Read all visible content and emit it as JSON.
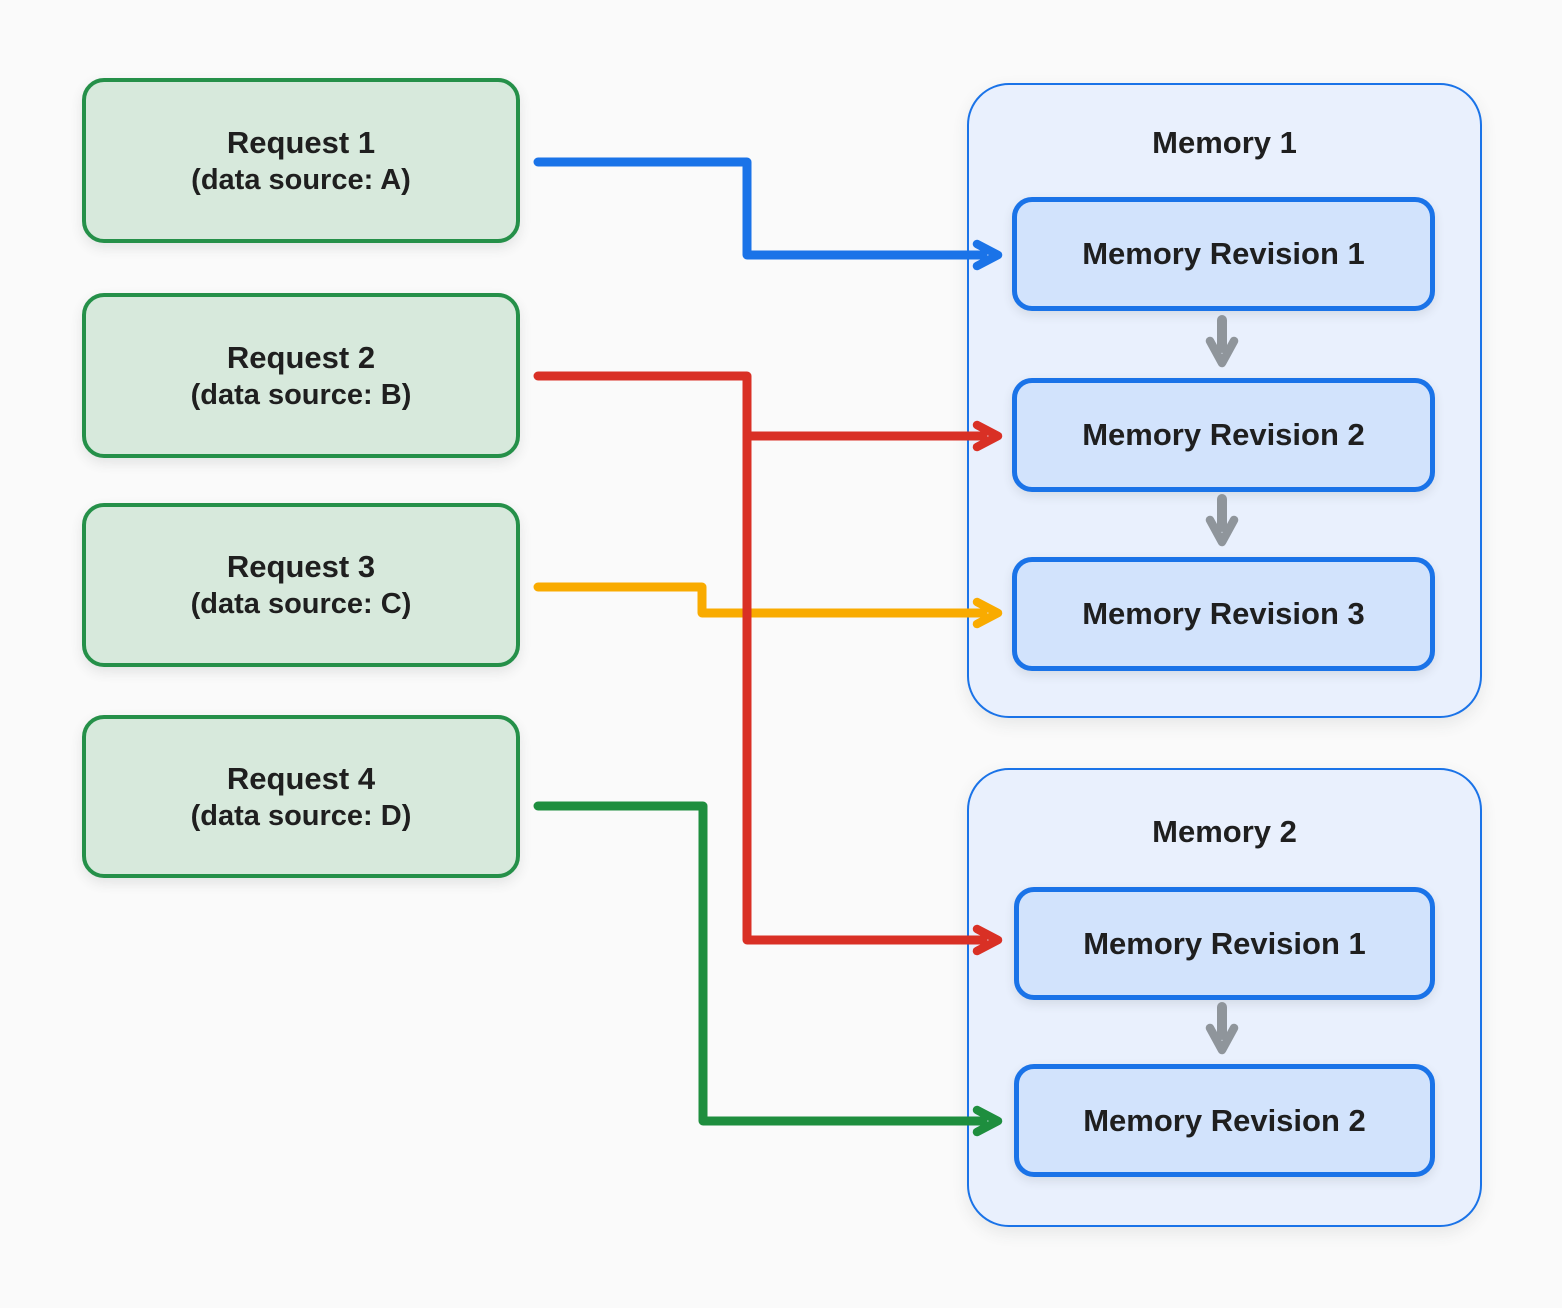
{
  "diagram": {
    "requests": [
      {
        "title": "Request 1",
        "subtitle": "(data source: A)"
      },
      {
        "title": "Request 2",
        "subtitle": "(data source: B)"
      },
      {
        "title": "Request 3",
        "subtitle": "(data source: C)"
      },
      {
        "title": "Request 4",
        "subtitle": "(data source: D)"
      }
    ],
    "memories": [
      {
        "title": "Memory 1",
        "revisions": [
          {
            "label": "Memory Revision 1"
          },
          {
            "label": "Memory Revision 2"
          },
          {
            "label": "Memory Revision 3"
          }
        ]
      },
      {
        "title": "Memory 2",
        "revisions": [
          {
            "label": "Memory Revision 1"
          },
          {
            "label": "Memory Revision 2"
          }
        ]
      }
    ],
    "connections": [
      {
        "from": "Request 1",
        "to": "Memory 1 / Memory Revision 1",
        "color": "blue"
      },
      {
        "from": "Request 2",
        "to": "Memory 1 / Memory Revision 2",
        "color": "red"
      },
      {
        "from": "Request 2",
        "to": "Memory 2 / Memory Revision 1",
        "color": "red"
      },
      {
        "from": "Request 3",
        "to": "Memory 1 / Memory Revision 3",
        "color": "yellow"
      },
      {
        "from": "Request 4",
        "to": "Memory 2 / Memory Revision 2",
        "color": "green"
      }
    ]
  },
  "colors": {
    "blue": "#1a73e8",
    "red": "#d93025",
    "yellow": "#f9ab00",
    "green": "#1e8e3e",
    "gray": "#8f959b",
    "request_fill": "#d7e9dc",
    "request_border": "#259049",
    "memory_fill": "#e9f0fd",
    "memory_border": "#1a73e8",
    "revision_fill": "#d2e3fc",
    "background": "#fafafa",
    "text": "#1f1f1f"
  }
}
